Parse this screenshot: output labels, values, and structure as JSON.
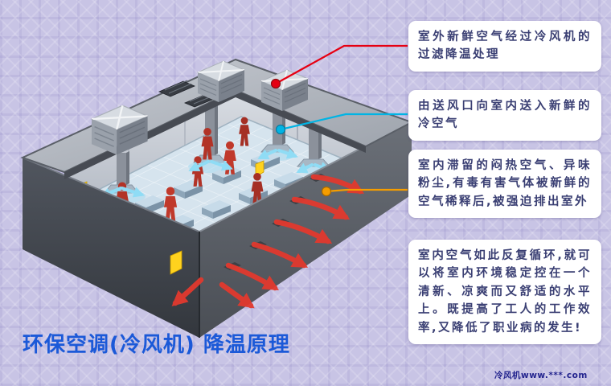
{
  "page": {
    "title": "环保空调(冷风机) 降温原理",
    "watermark": "冷风机www.***.com"
  },
  "callouts": [
    {
      "id": "filter",
      "text": "室外新鲜空气经过冷风机的过滤降温处理"
    },
    {
      "id": "supply",
      "text": "由送风口向室内送入新鲜的冷空气"
    },
    {
      "id": "exhaust",
      "text": "室内滞留的闷热空气、异味粉尘,有毒有害气体被新鲜的空气稀释后,被强迫排出室外"
    },
    {
      "id": "cycle",
      "text": "室内空气如此反复循环,就可以将室内环境稳定控在一个清新、凉爽而又舒适的水平上。既提高了工人的工作效率,又降低了职业病的发生!"
    }
  ],
  "colors": {
    "background": "#c8c4e5",
    "title": "#1b59d8",
    "callout_text": "#3a3f73",
    "red": "#e60012",
    "cyan": "#00b4e4",
    "orange": "#f59d00"
  }
}
